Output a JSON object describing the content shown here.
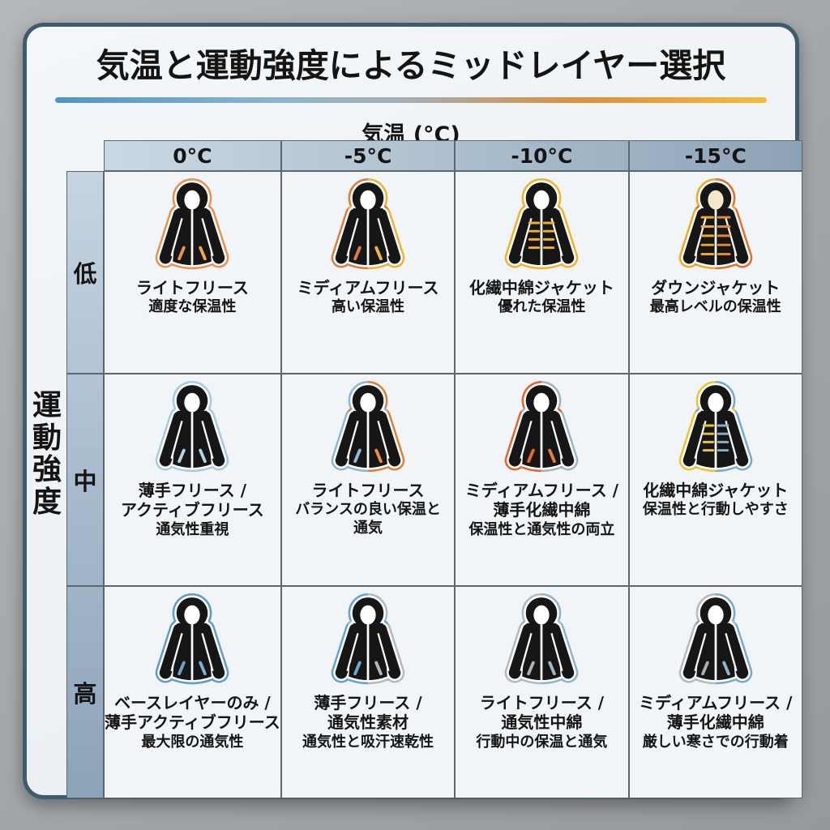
{
  "title": "気温と運動強度によるミッドレイヤー選択",
  "axes": {
    "temperature_label": "気温 (°C)",
    "intensity_label": "運動強度",
    "intensity_chars": [
      "運",
      "動",
      "強",
      "度"
    ]
  },
  "columns": [
    "0°C",
    "-5°C",
    "-10°C",
    "-15°C"
  ],
  "rows": [
    "低",
    "中",
    "高"
  ],
  "cells": [
    [
      {
        "name_lines": [
          "ライトフリース"
        ],
        "desc_lines": [
          "適度な保温性"
        ],
        "icon": {
          "halo": [
            "#e8914e",
            "#e8914e"
          ],
          "pocket": [
            "#e8954f",
            "#f0a850"
          ],
          "quilt": null,
          "puffer": false,
          "hood": "#ffffff"
        }
      },
      {
        "name_lines": [
          "ミディアムフリース"
        ],
        "desc_lines": [
          "高い保温性"
        ],
        "icon": {
          "halo": [
            "#dd7b3c",
            "#f0b22e"
          ],
          "pocket": [
            "#e08040",
            "#f0b83a"
          ],
          "quilt": null,
          "puffer": false,
          "hood": "#ffffff"
        }
      },
      {
        "name_lines": [
          "化繊中綿ジャケット"
        ],
        "desc_lines": [
          "優れた保温性"
        ],
        "icon": {
          "halo": [
            "#f0b228",
            "#f0b228"
          ],
          "pocket": null,
          "quilt": [
            "#f0b228",
            "#f0b228"
          ],
          "puffer": false,
          "hood": "#ffffff"
        }
      },
      {
        "name_lines": [
          "ダウンジャケット"
        ],
        "desc_lines": [
          "最高レベルの保温性"
        ],
        "icon": {
          "halo": [
            "#f0a828",
            "#e0702a"
          ],
          "pocket": null,
          "quilt": [
            "#f0a828",
            "#e8862e"
          ],
          "puffer": true,
          "hood": "#f3e8cb"
        }
      }
    ],
    [
      {
        "name_lines": [
          "薄手フリース /",
          "アクティブフリース"
        ],
        "desc_lines": [
          "通気性重視"
        ],
        "icon": {
          "halo": [
            "#a9cade",
            "#a9cade"
          ],
          "pocket": [
            "#b8d4e4",
            "#b8d4e4"
          ],
          "quilt": null,
          "puffer": false,
          "hood": "#ffffff"
        }
      },
      {
        "name_lines": [
          "ライトフリース"
        ],
        "desc_lines": [
          "バランスの良い保温と",
          "通気"
        ],
        "icon": {
          "halo": [
            "#8cb8d8",
            "#e07f35"
          ],
          "pocket": [
            "#90bcd8",
            "#e89040"
          ],
          "quilt": null,
          "puffer": false,
          "hood": "#ffffff"
        }
      },
      {
        "name_lines": [
          "ミディアムフリース /",
          "薄手化繊中綿"
        ],
        "desc_lines": [
          "保温性と通気性の両立"
        ],
        "icon": {
          "halo": [
            "#e0662e",
            "#9fb6c2"
          ],
          "pocket": [
            "#e06c30",
            "#e87e3a"
          ],
          "quilt": null,
          "puffer": false,
          "hood": "#ffffff"
        }
      },
      {
        "name_lines": [
          "化繊中綿ジャケット"
        ],
        "desc_lines": [
          "保温性と行動しやすさ"
        ],
        "icon": {
          "halo": [
            "#ecc432",
            "#78a8cc"
          ],
          "pocket": null,
          "quilt": [
            "#e8c434",
            "#88aec8"
          ],
          "puffer": false,
          "hood": "#ffffff"
        }
      }
    ],
    [
      {
        "name_lines": [
          "ベースレイヤーのみ /",
          "薄手アクティブフリース"
        ],
        "desc_lines": [
          "最大限の通気性"
        ],
        "icon": {
          "halo": [
            "#5e9cc8",
            "#5e9cc8"
          ],
          "pocket": [
            "#6aa4cc",
            "#7cb0d4"
          ],
          "quilt": null,
          "puffer": false,
          "hood": "#ffffff"
        }
      },
      {
        "name_lines": [
          "薄手フリース /",
          "通気性素材"
        ],
        "desc_lines": [
          "通気性と吸汗速乾性"
        ],
        "icon": {
          "halo": [
            "#68a2cc",
            "#b4babe"
          ],
          "pocket": [
            "#70a8d0",
            "#b0b8bc"
          ],
          "quilt": null,
          "puffer": false,
          "hood": "#ffffff"
        }
      },
      {
        "name_lines": [
          "ライトフリース /",
          "通気性中綿"
        ],
        "desc_lines": [
          "行動中の保温と通気"
        ],
        "icon": {
          "halo": [
            "#b2bac0",
            "#90b2cc"
          ],
          "pocket": [
            "#a8b2b8",
            "#a0b6c4"
          ],
          "quilt": null,
          "puffer": false,
          "hood": "#ffffff"
        }
      },
      {
        "name_lines": [
          "ミディアムフリース /",
          "薄手化繊中綿"
        ],
        "desc_lines": [
          "厳しい寒さでの行動着"
        ],
        "icon": {
          "halo": [
            "#b4babe",
            "#78a8cc"
          ],
          "pocket": [
            "#a8b0b6",
            "#90b4cc"
          ],
          "quilt": null,
          "puffer": false,
          "hood": "#ffffff"
        }
      }
    ]
  ],
  "colors": {
    "outer_background": "#a6aaad",
    "panel_background": "#f1f4f6",
    "panel_border": "#3e5c6e",
    "grid_line": "#5d676d",
    "cell_background": "#f2f5f7",
    "text": "#141414",
    "jacket_body": "#161616",
    "underline_gradient": [
      "#4f94c6",
      "#8fb6cd",
      "#a5adb2",
      "#dd8f3a",
      "#f5bc3c"
    ],
    "header_stops": [
      "#cad8e4",
      "#bccbd9",
      "#adbfce",
      "#9db1c3",
      "#8da2b7"
    ],
    "row_stops": [
      "#c6d4e2",
      "#b2c4d5",
      "#9fb4c7",
      "#8da3b8"
    ]
  }
}
